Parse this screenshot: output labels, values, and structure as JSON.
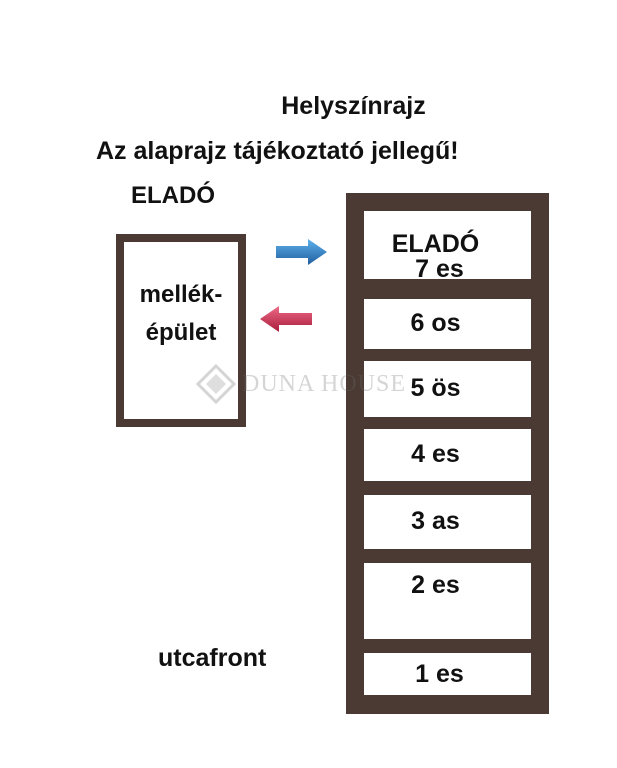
{
  "title": "Helyszínrajz",
  "subtitle": "Az alaprajz tájékoztató jellegű!",
  "left_sale_label": "ELADÓ",
  "outbuilding": {
    "line1": "mellék-",
    "line2": "épület"
  },
  "street_label": "utcafront",
  "watermark": "DUNA HOUSE",
  "tower_units": [
    {
      "name": "unit-7",
      "sale": "ELADÓ",
      "label": "7 es"
    },
    {
      "name": "unit-6",
      "label": "6 os"
    },
    {
      "name": "unit-5",
      "label": "5 ös"
    },
    {
      "name": "unit-4",
      "label": "4 es"
    },
    {
      "name": "unit-3",
      "label": "3 as"
    },
    {
      "name": "unit-2",
      "label": "2 es"
    },
    {
      "name": "unit-1",
      "label": "1 es"
    }
  ],
  "colors": {
    "wall": "#4a3a33",
    "arrow_blue": "#2e7fc4",
    "arrow_red": "#c8324f"
  },
  "icons": [
    "arrow-right-icon",
    "arrow-left-icon",
    "duna-house-logo-icon"
  ]
}
